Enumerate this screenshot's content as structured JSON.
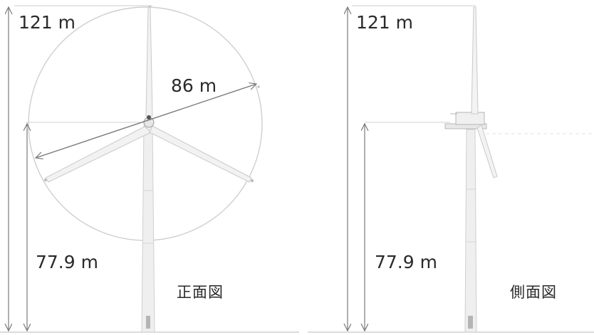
{
  "front_view": {
    "title": "正面図",
    "total_height": "121 m",
    "hub_height": "77.9 m",
    "rotor_diameter": "86 m"
  },
  "side_view": {
    "title": "側面図",
    "total_height": "121 m",
    "hub_height": "77.9 m"
  },
  "colors": {
    "line": "#c9c9c9",
    "tower": "#ececec",
    "arrow": "#7a7a7a",
    "text": "#2a2a2a"
  }
}
